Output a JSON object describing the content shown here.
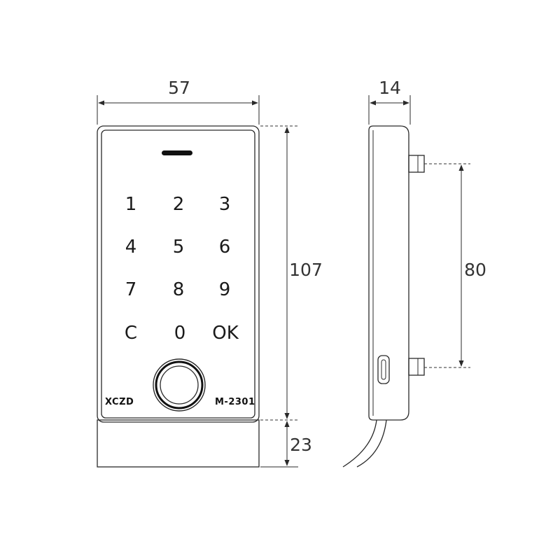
{
  "dimensions": {
    "front_width": "57",
    "side_depth": "14",
    "front_height": "107",
    "bottom_height": "23",
    "mount_spacing": "80"
  },
  "device": {
    "brand": "XCZD",
    "model": "M-2301",
    "keys": [
      {
        "label": "1"
      },
      {
        "label": "2"
      },
      {
        "label": "3"
      },
      {
        "label": "4"
      },
      {
        "label": "5"
      },
      {
        "label": "6"
      },
      {
        "label": "7"
      },
      {
        "label": "8"
      },
      {
        "label": "9"
      },
      {
        "label": "C"
      },
      {
        "label": "0"
      },
      {
        "label": "OK"
      }
    ]
  }
}
